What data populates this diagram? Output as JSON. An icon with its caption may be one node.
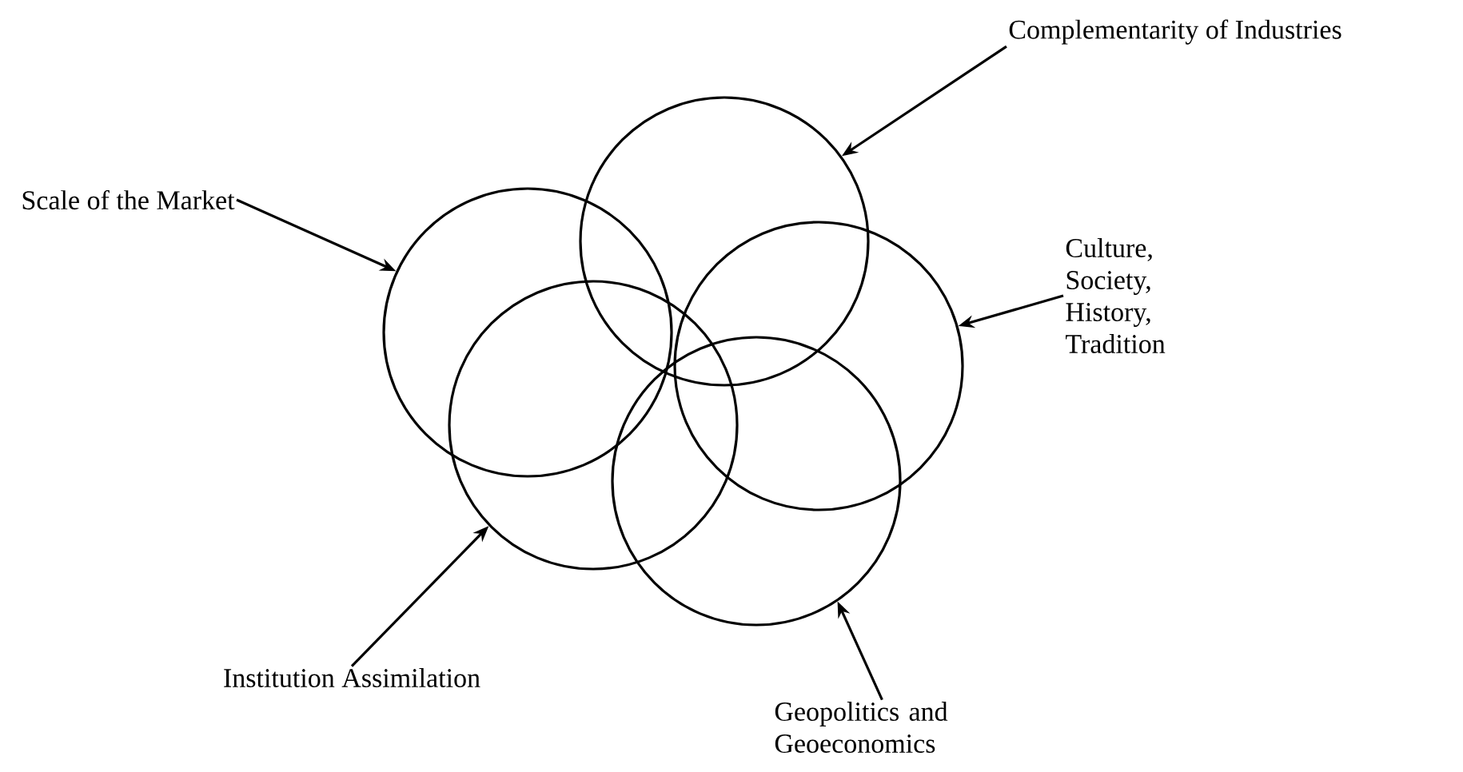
{
  "diagram": {
    "nodes": [
      {
        "text": [
          "Complementarity of Industries"
        ]
      },
      {
        "text": [
          "Scale of the Market"
        ]
      },
      {
        "text": [
          "Culture, Society, History, Tradition"
        ]
      },
      {
        "text": [
          "Institution Assimilation"
        ]
      },
      {
        "text": [
          "Geopolitics and Geoeconomics"
        ]
      },
      {
        "text": [],
        "shape": "circle"
      },
      {
        "text": [],
        "shape": "circle"
      },
      {
        "text": [],
        "shape": "circle"
      },
      {
        "text": [],
        "shape": "circle"
      },
      {
        "text": [],
        "shape": "circle"
      }
    ],
    "edges": [
      {
        "from": 0,
        "to": 7,
        "arrow": "to"
      },
      {
        "from": 1,
        "to": 5,
        "arrow": "to"
      },
      {
        "from": 2,
        "to": 9,
        "arrow": "to"
      },
      {
        "from": 3,
        "to": 6,
        "arrow": "to"
      },
      {
        "from": 4,
        "to": 8,
        "arrow": "to"
      }
    ]
  }
}
